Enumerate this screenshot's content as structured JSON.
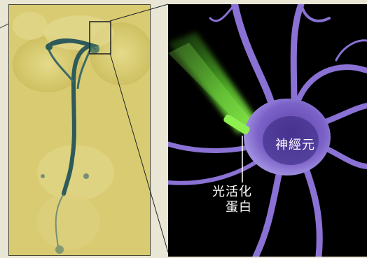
{
  "labels": {
    "neuron": "神經元",
    "protein_line1": "光活化",
    "protein_line2": "蛋白"
  },
  "colors": {
    "specimen_background": "#d8cb72",
    "stain": "#2e5a5a",
    "neuron": "#7b62c8",
    "light_beam": "#6fdc3a",
    "panel_dark": "#000000"
  },
  "images": {
    "left": "stained-fly-brain-micrograph",
    "right": "illustrated-neuron-with-light-beam"
  }
}
